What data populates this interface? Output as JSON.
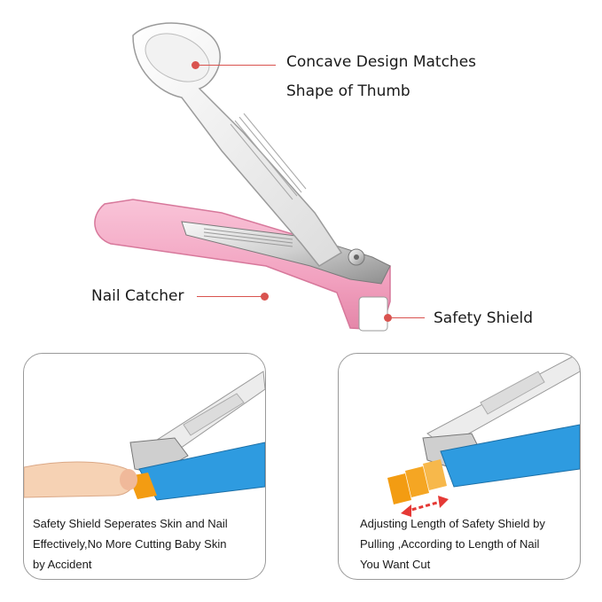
{
  "callouts": {
    "concave_line1": "Concave Design Matches",
    "concave_line2": "Shape of Thumb",
    "nail_catcher": "Nail Catcher",
    "safety_shield": "Safety Shield"
  },
  "panels": {
    "left": {
      "line1": "Safety Shield Seperates Skin and Nail",
      "line2": "Effectively,No  More Cutting Baby Skin",
      "line3": " by Accident"
    },
    "right": {
      "line1": "Adjusting Length of Safety Shield by",
      "line2": "Pulling ,According to Length of Nail",
      "line3": "You Want Cut"
    }
  },
  "colors": {
    "pink_body": "#f4a9c4",
    "callout_line": "#d9534f",
    "blue_body": "#2e9be0",
    "arrow_red": "#e53935",
    "blade_orange": "#f39c12"
  }
}
